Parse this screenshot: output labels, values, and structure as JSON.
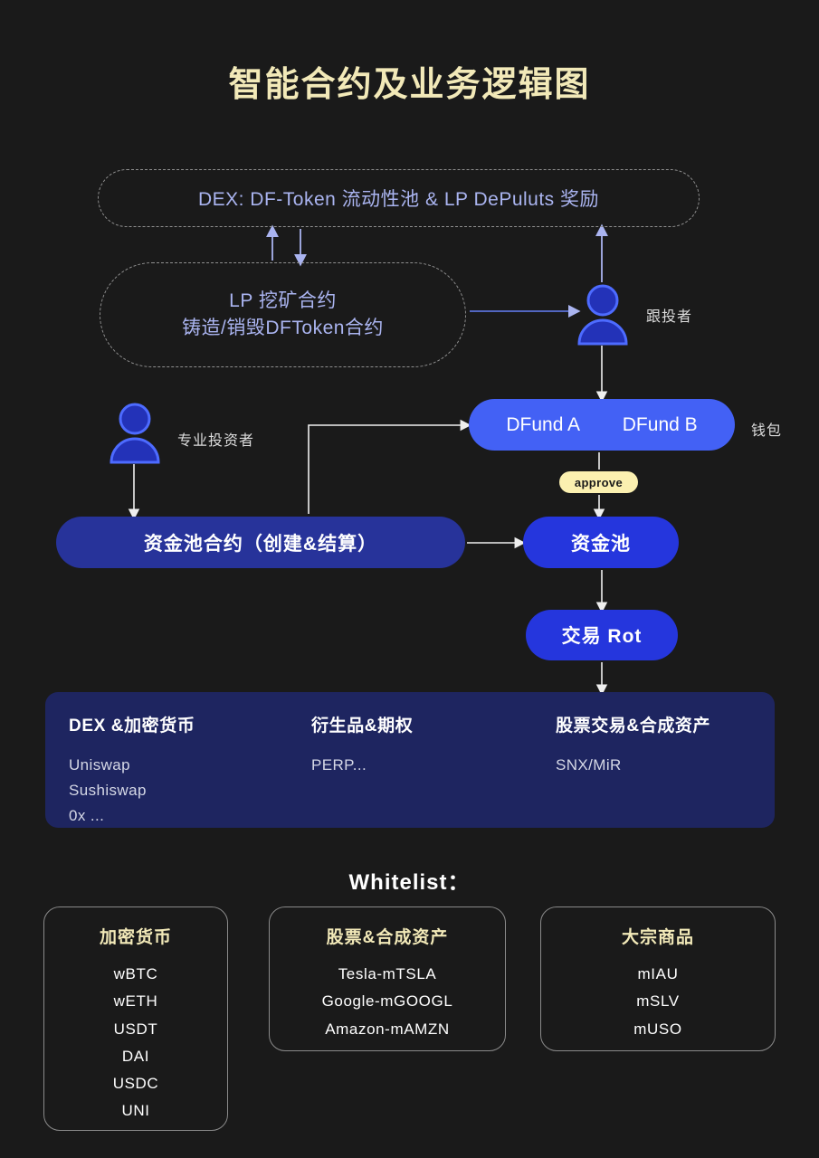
{
  "title": "智能合约及业务逻辑图",
  "nodes": {
    "dex": "DEX: DF-Token 流动性池 & LP DePuluts 奖励",
    "lp_line1": "LP 挖矿合约",
    "lp_line2": "铸造/销毁DFToken合约",
    "dfund_a": "DFund A",
    "dfund_b": "DFund B",
    "approve": "approve",
    "pool_contract": "资金池合约（创建&结算）",
    "pool": "资金池",
    "bot": "交易 Rot"
  },
  "labels": {
    "follower": "跟投者",
    "professional_investor": "专业投资者",
    "wallet": "钱包"
  },
  "categories": [
    {
      "heading": "DEX &加密货币",
      "items": [
        "Uniswap",
        "Sushiswap",
        "0x ..."
      ]
    },
    {
      "heading": "衍生品&期权",
      "items": [
        "PERP..."
      ]
    },
    {
      "heading": "股票交易&合成资产",
      "items": [
        "SNX/MiR"
      ]
    }
  ],
  "whitelist": {
    "title": "Whitelist：",
    "groups": [
      {
        "heading": "加密货币",
        "items": [
          "wBTC",
          "wETH",
          "USDT",
          "DAI",
          "USDC",
          "UNI"
        ]
      },
      {
        "heading": "股票&合成资产",
        "items": [
          "Tesla-mTSLA",
          "Google-mGOOGL",
          "Amazon-mAMZN"
        ]
      },
      {
        "heading": "大宗商品",
        "items": [
          "mIAU",
          "mSLV",
          "mUSO"
        ]
      }
    ]
  },
  "colors": {
    "background": "#1a1a1a",
    "title": "#f2e9b8",
    "dashed_text": "#aab4f0",
    "dashed_border": "#8f8f8f",
    "dfund_blue": "#4361f5",
    "pool_blue": "#2536dd",
    "pool_contract_blue": "#27339a",
    "panel_navy": "#1e2560",
    "approve_yellow": "#fbf0b0",
    "arrow_white": "#efefef",
    "arrow_periwinkle": "#aab4f0",
    "person_icon": "#4361f5"
  },
  "icons": {
    "person_follower": "person-icon",
    "person_professional": "person-icon"
  }
}
